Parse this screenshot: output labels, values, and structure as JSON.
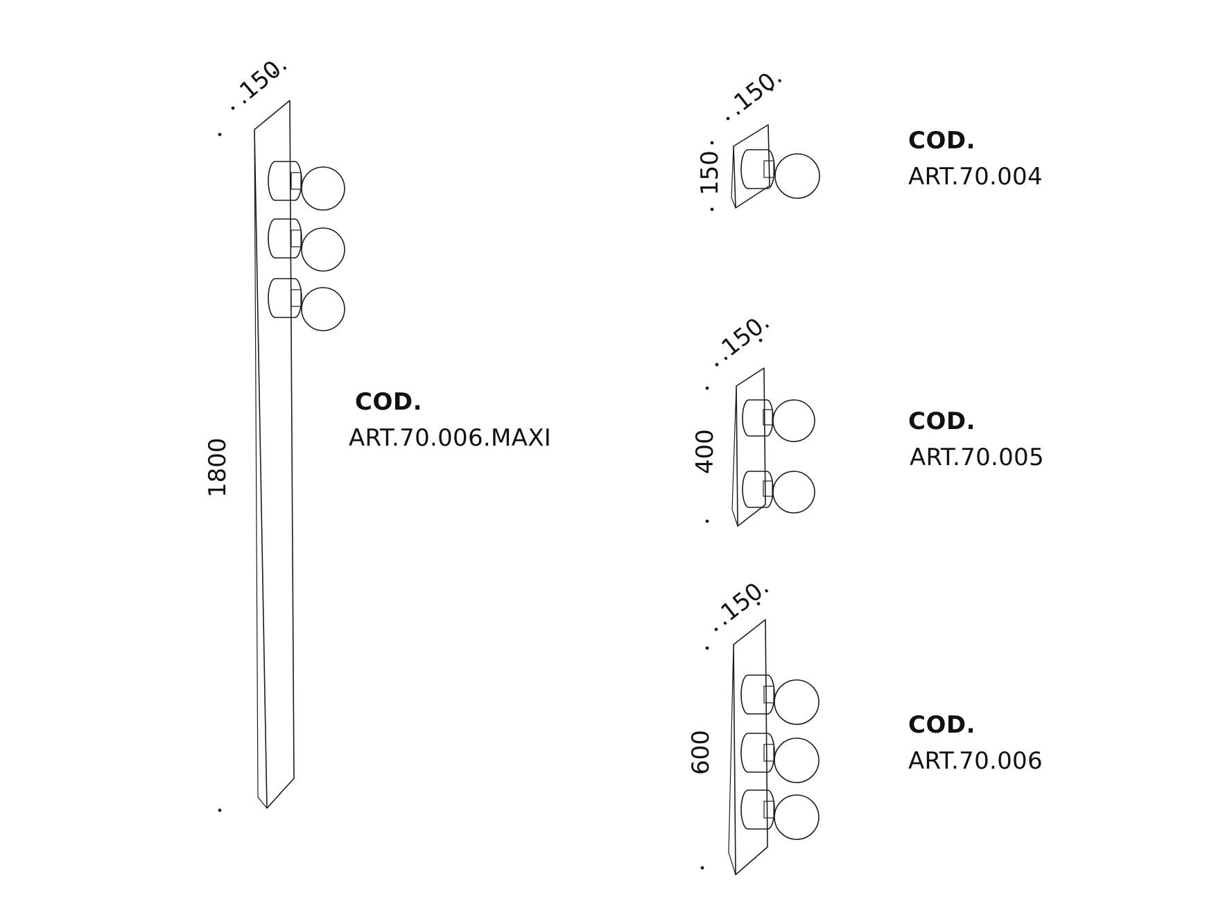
{
  "products": [
    {
      "id": "maxi",
      "code_label": "COD.",
      "article": "ART.70.006.MAXI",
      "depth": "150",
      "height": "1800",
      "bulbs": 3
    },
    {
      "id": "004",
      "code_label": "COD.",
      "article": "ART.70.004",
      "depth": "150",
      "height": "150",
      "bulbs": 1
    },
    {
      "id": "005",
      "code_label": "COD.",
      "article": "ART.70.005",
      "depth": "150",
      "height": "400",
      "bulbs": 2
    },
    {
      "id": "006",
      "code_label": "COD.",
      "article": "ART.70.006",
      "depth": "150",
      "height": "600",
      "bulbs": 3
    }
  ],
  "colors": {
    "line": "#1a1a1a",
    "background": "#ffffff"
  }
}
